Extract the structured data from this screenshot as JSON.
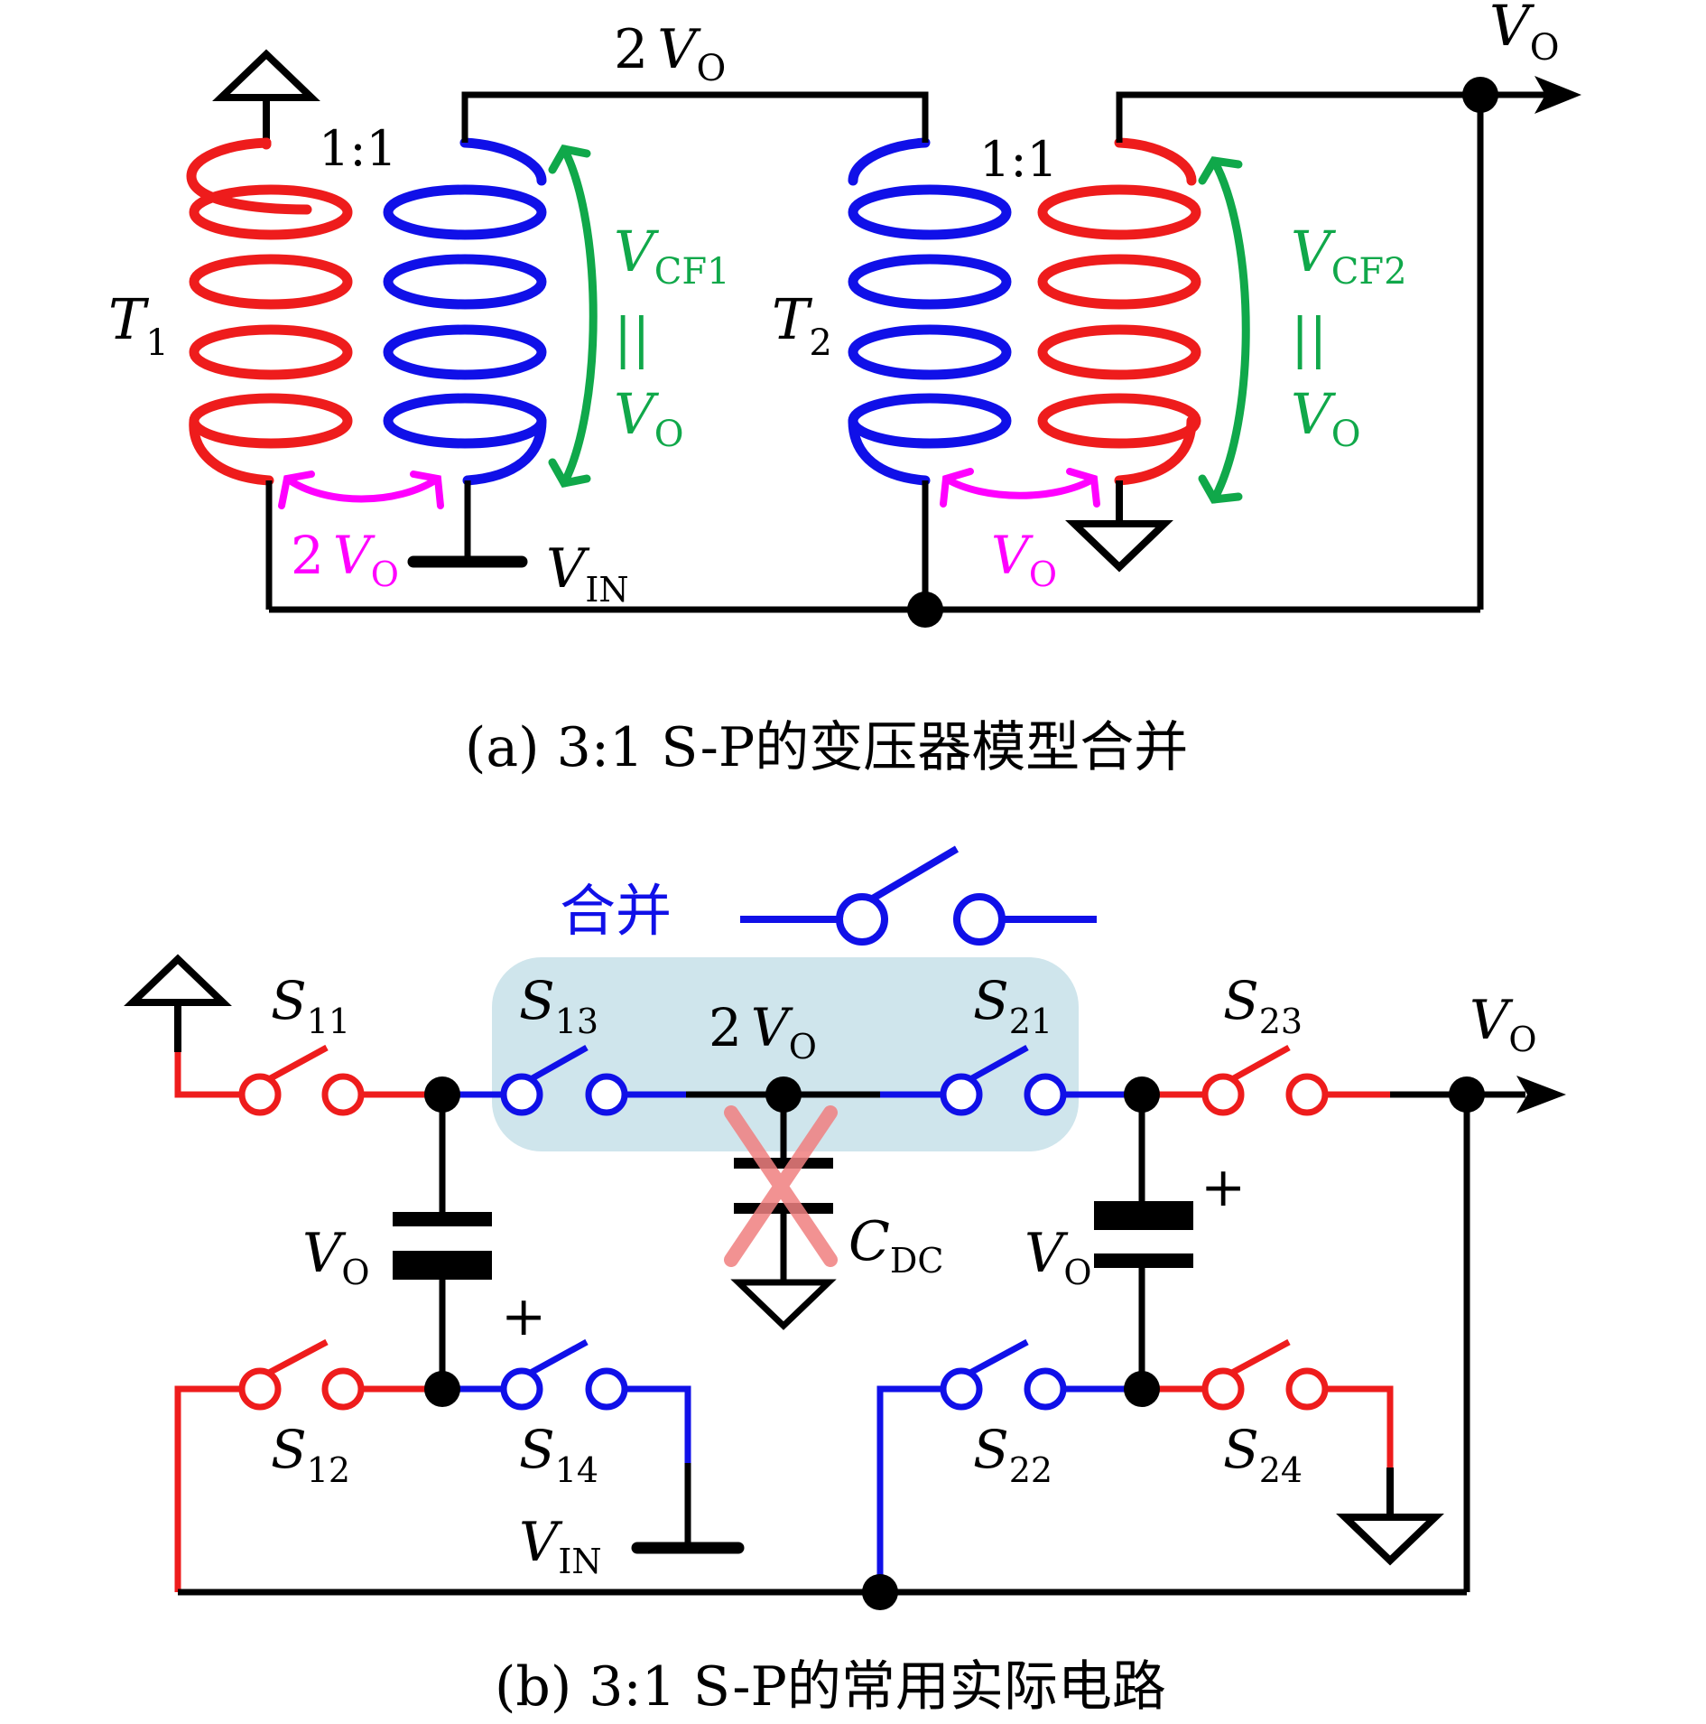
{
  "colors": {
    "wire": "#000000",
    "red": "#ee1c1c",
    "blue": "#1010e8",
    "green": "#10a84a",
    "magenta": "#ff00ff",
    "highlight": "#cfe5ec",
    "cross": "#f08080"
  },
  "panel_a": {
    "caption": "(a) 3:1 S-P的变压器模型合并",
    "t1": {
      "sym": "T",
      "sub": "1"
    },
    "t2": {
      "sym": "T",
      "sub": "2"
    },
    "ratio1": "1:1",
    "ratio2": "1:1",
    "top_wire_label": {
      "coef": "2",
      "sym": "V",
      "sub": "O"
    },
    "out_label": {
      "sym": "V",
      "sub": "O"
    },
    "vin_label": {
      "sym": "V",
      "sub": "IN"
    },
    "vcf1": {
      "sym": "V",
      "sub": "CF1",
      "par": "||",
      "eq_sym": "V",
      "eq_sub": "O"
    },
    "vcf2": {
      "sym": "V",
      "sub": "CF2",
      "par": "||",
      "eq_sym": "V",
      "eq_sub": "O"
    },
    "mag1": {
      "coef": "2",
      "sym": "V",
      "sub": "O"
    },
    "mag2": {
      "sym": "V",
      "sub": "O"
    }
  },
  "panel_b": {
    "caption": "(b) 3:1 S-P的常用实际电路",
    "merge_label": "合并",
    "switches": {
      "s11": {
        "sym": "S",
        "sub": "11"
      },
      "s12": {
        "sym": "S",
        "sub": "12"
      },
      "s13": {
        "sym": "S",
        "sub": "13"
      },
      "s14": {
        "sym": "S",
        "sub": "14"
      },
      "s21": {
        "sym": "S",
        "sub": "21"
      },
      "s22": {
        "sym": "S",
        "sub": "22"
      },
      "s23": {
        "sym": "S",
        "sub": "23"
      },
      "s24": {
        "sym": "S",
        "sub": "24"
      }
    },
    "mid_label": {
      "coef": "2",
      "sym": "V",
      "sub": "O"
    },
    "cap_left": {
      "sym": "V",
      "sub": "O",
      "plus": "+"
    },
    "cap_right": {
      "sym": "V",
      "sub": "O",
      "plus": "+"
    },
    "cdc": {
      "sym": "C",
      "sub": "DC"
    },
    "out_label": {
      "sym": "V",
      "sub": "O"
    },
    "vin_label": {
      "sym": "V",
      "sub": "IN"
    }
  }
}
